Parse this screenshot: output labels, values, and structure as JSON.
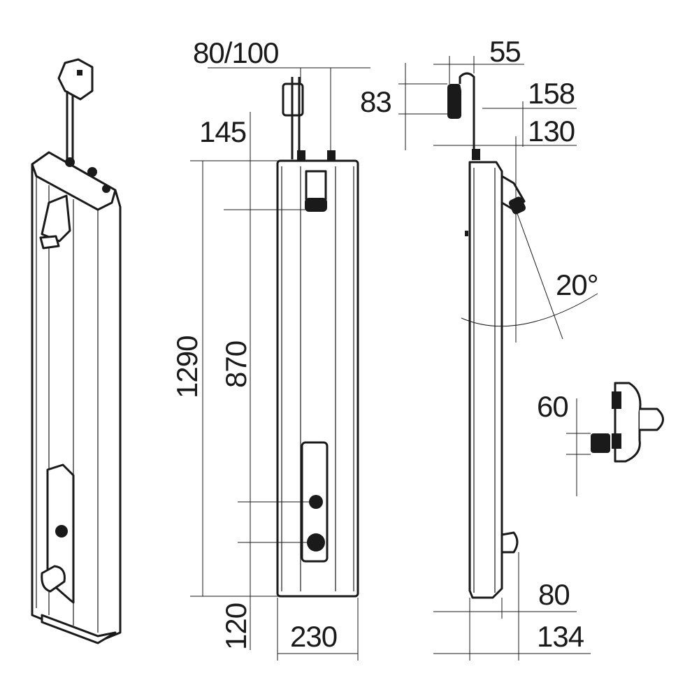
{
  "dimensions": {
    "top_offset": "80/100",
    "head_height": "145",
    "total_height": "1290",
    "control_height": "870",
    "bottom_offset": "120",
    "width": "230",
    "head_projection": "55",
    "head_size": "83",
    "head_depth_max": "158",
    "head_depth": "130",
    "angle": "20°",
    "knob_size": "60",
    "depth": "80",
    "depth_total": "134"
  },
  "colors": {
    "line": "#1a1a1a",
    "background": "#ffffff"
  }
}
